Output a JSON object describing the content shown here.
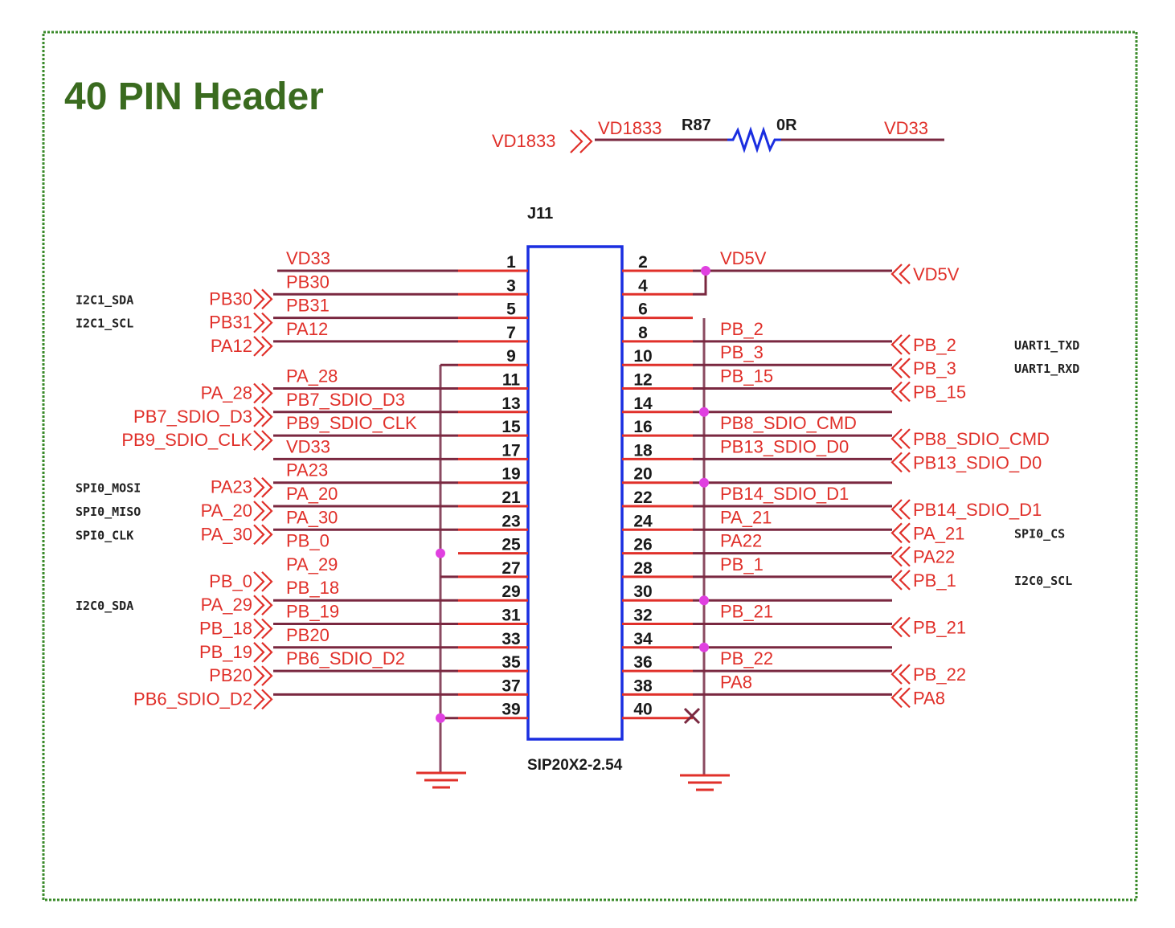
{
  "title": "40 PIN Header",
  "power": {
    "port_in": "VD1833",
    "net_in": "VD1833",
    "resistor_ref": "R87",
    "resistor_value": "0R",
    "net_out": "VD33"
  },
  "connector": {
    "ref": "J11",
    "footprint": "SIP20X2-2.54",
    "left_pins": [
      "1",
      "3",
      "5",
      "7",
      "9",
      "11",
      "13",
      "15",
      "17",
      "19",
      "21",
      "23",
      "25",
      "27",
      "29",
      "31",
      "33",
      "35",
      "37",
      "39"
    ],
    "right_pins": [
      "2",
      "4",
      "6",
      "8",
      "10",
      "12",
      "14",
      "16",
      "18",
      "20",
      "22",
      "24",
      "26",
      "28",
      "30",
      "32",
      "34",
      "36",
      "38",
      "40"
    ]
  },
  "left_wire_labels": [
    "VD33",
    "PB30",
    "PB31",
    "PA12",
    "PA_28",
    "PB7_SDIO_D3",
    "PB9_SDIO_CLK",
    "VD33",
    "PA23",
    "PA_20",
    "PA_30",
    "PB_0",
    "PA_29",
    "PB_18",
    "PB_19",
    "PB20",
    "PB6_SDIO_D2"
  ],
  "left_ports": [
    "PB30",
    "PB31",
    "PA12",
    "PA_28",
    "PB7_SDIO_D3",
    "PB9_SDIO_CLK",
    "PA23",
    "PA_20",
    "PA_30",
    "PB_0",
    "PA_29",
    "PB_18",
    "PB_19",
    "PB20",
    "PB6_SDIO_D2"
  ],
  "left_annotations": [
    "I2C1_SDA",
    "I2C1_SCL",
    "SPI0_MOSI",
    "SPI0_MISO",
    "SPI0_CLK",
    "I2C0_SDA"
  ],
  "right_wire_labels": [
    "VD5V",
    "PB_2",
    "PB_3",
    "PB_15",
    "PB8_SDIO_CMD",
    "PB13_SDIO_D0",
    "PB14_SDIO_D1",
    "PA_21",
    "PA22",
    "PB_1",
    "PB_21",
    "PB_22",
    "PA8"
  ],
  "right_ports": [
    "VD5V",
    "PB_2",
    "PB_3",
    "PB_15",
    "PB8_SDIO_CMD",
    "PB13_SDIO_D0",
    "PB14_SDIO_D1",
    "PA_21",
    "PA22",
    "PB_1",
    "PB_21",
    "PB_22",
    "PA8"
  ],
  "right_annotations": [
    "UART1_TXD",
    "UART1_RXD",
    "SPI0_CS",
    "I2C0_SCL"
  ],
  "colors": {
    "title": "#3a6b1f",
    "net_label": "#e0302a",
    "wire": "#7a2840",
    "junction": "#e040e0",
    "connector_body": "#1a2ee0",
    "border": "#3a8a2a"
  }
}
